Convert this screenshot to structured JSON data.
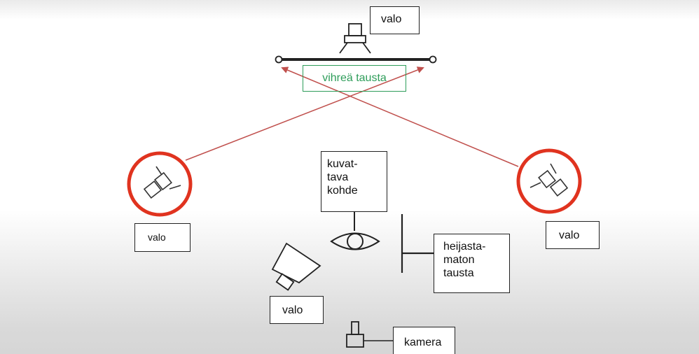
{
  "labels": {
    "valo_top": "valo",
    "green_background": "vihreä tausta",
    "valo_left": "valo",
    "valo_right": "valo",
    "subject": [
      "kuvat-",
      "tava",
      "kohde"
    ],
    "non_reflective": [
      "heijasta-",
      "maton",
      "tausta"
    ],
    "valo_bottom": "valo",
    "camera": "kamera"
  },
  "colors": {
    "green": "#2e9d5a",
    "ray": "#c0504d",
    "ring": "#e0331f",
    "stroke": "#222222"
  },
  "icons": [
    "light-icon",
    "camera-icon",
    "eye-icon",
    "ring-highlight"
  ]
}
